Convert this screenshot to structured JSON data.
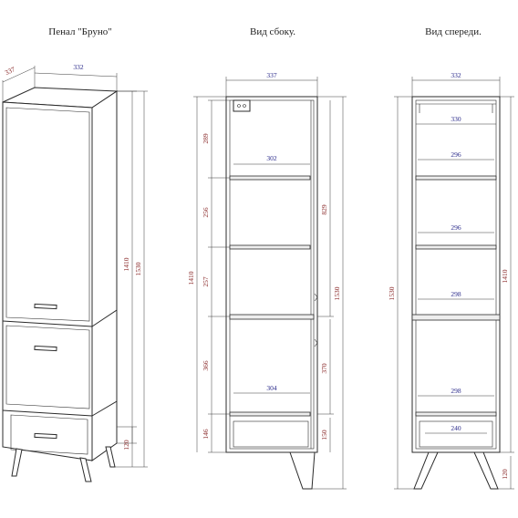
{
  "titles": {
    "main": "Пенал \"Бруно\"",
    "side": "Вид сбоку.",
    "front": "Вид спереди."
  },
  "iso": {
    "depth": "337",
    "width": "332",
    "height_body": "1410",
    "height_total": "1530",
    "leg_height": "120"
  },
  "side_view": {
    "width": "337",
    "gap_1": "289",
    "gap_2": "256",
    "gap_3": "257",
    "gap_4": "366",
    "gap_5": "146",
    "height_body": "1410",
    "height_total": "1530",
    "shelf_depth_top": "302",
    "shelf_depth_bottom": "304",
    "upper_section": "829",
    "lower_section": "370",
    "drawer_height": "150"
  },
  "front_view": {
    "width_outer": "332",
    "width_inner": "330",
    "shelf_1": "296",
    "shelf_2": "296",
    "shelf_3": "298",
    "shelf_4": "298",
    "drawer_width": "240",
    "height_total": "1530",
    "height_body": "1410",
    "leg_height": "120"
  }
}
